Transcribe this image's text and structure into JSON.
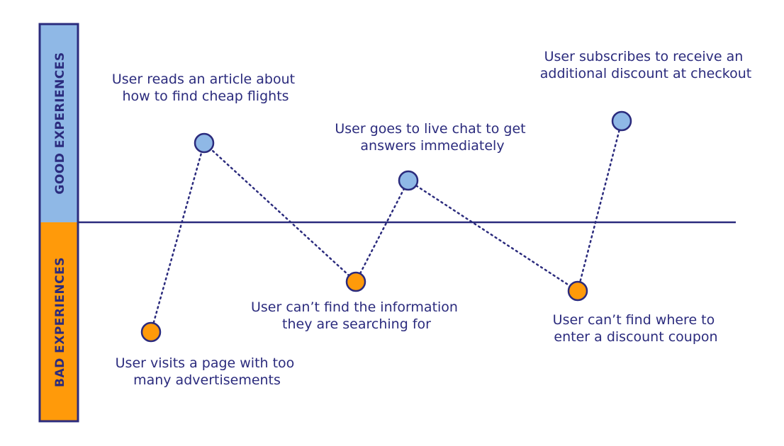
{
  "colors": {
    "navy": "#2b2b7d",
    "good_band": "#8fb8e6",
    "bad_band": "#ff9a0a",
    "good_point": "#8fb8e6",
    "bad_point": "#ff9a0a"
  },
  "bands": {
    "good": {
      "label": "GOOD EXPERIENCES"
    },
    "bad": {
      "label": "BAD EXPERIENCES"
    }
  },
  "steps": [
    {
      "kind": "bad",
      "lines": [
        "User visits a page with too",
        "many advertisements"
      ]
    },
    {
      "kind": "good",
      "lines": [
        "User reads an article about",
        "how to find cheap flights"
      ]
    },
    {
      "kind": "bad",
      "lines": [
        "User can’t find the information",
        "they are searching for"
      ]
    },
    {
      "kind": "good",
      "lines": [
        "User goes to live chat to get",
        "answers immediately"
      ]
    },
    {
      "kind": "bad",
      "lines": [
        "User can’t find where to",
        "enter a discount coupon"
      ]
    },
    {
      "kind": "good",
      "lines": [
        "User subscribes to receive an",
        "additional discount at checkout"
      ]
    }
  ]
}
